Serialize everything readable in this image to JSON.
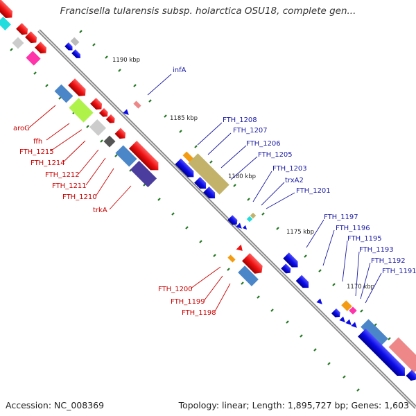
{
  "title": "Francisella tularensis subsp. holarctica OSU18, complete gen...",
  "footer": {
    "accession": "Accession: NC_008369",
    "topology": "Topology: linear; Length: 1,895,727 bp; Genes: 1,603"
  },
  "kbp_labels": [
    "1190 kbp",
    "1185 kbp",
    "1180 kbp",
    "1175 kbp",
    "1170 kbp"
  ],
  "gene_labels_red": [
    "aroG",
    "ffh",
    "FTH_1215",
    "FTH_1214",
    "FTH_1212",
    "FTH_1211",
    "FTH_1210",
    "trkA",
    "FTH_1200",
    "FTH_1199",
    "FTH_1198"
  ],
  "gene_labels_blue": [
    "infA",
    "FTH_1208",
    "FTH_1207",
    "FTH_1206",
    "FTH_1205",
    "FTH_1203",
    "trxA2",
    "FTH_1201",
    "FTH_1197",
    "FTH_1196",
    "FTH_1195",
    "FTH_1193",
    "FTH_1192",
    "FTH_1191"
  ],
  "colors": {
    "forward_cds": "#ee1111",
    "reverse_cds": "#0a0ae6",
    "backbone": "#808080",
    "tick": "#227722",
    "label_red": "#cc0000",
    "label_blue": "#1a1aa6"
  }
}
